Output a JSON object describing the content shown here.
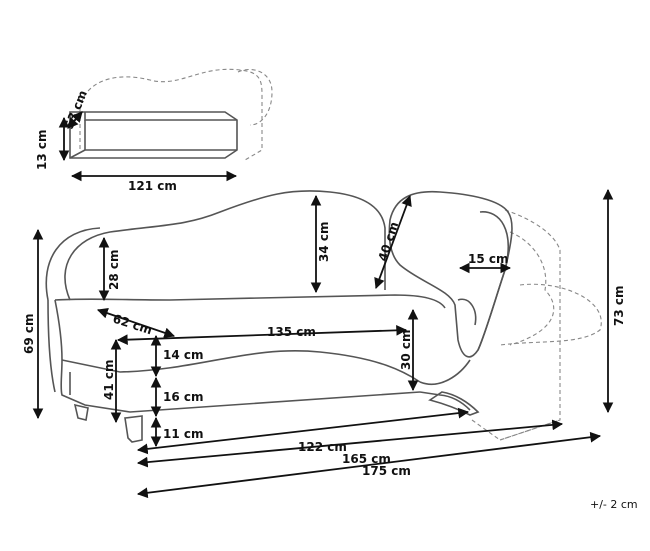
{
  "dimensions": {
    "storage_depth": "53 cm",
    "storage_height": "13 cm",
    "storage_width": "121 cm",
    "backrest_height": "28 cm",
    "back_top_height": "34 cm",
    "pillow_length": "40 cm",
    "pillow_diameter": "15 cm",
    "seat_depth": "62 cm",
    "seat_length": "135 cm",
    "overall_height": "69 cm",
    "cushion_thickness": "14 cm",
    "frame_height": "41 cm",
    "base_height": "16 cm",
    "armrest_height": "30 cm",
    "leg_height": "11 cm",
    "total_height": "73 cm",
    "base_length": "122 cm",
    "body_length": "165 cm",
    "total_length": "175 cm"
  },
  "tolerance": "+/- 2 cm"
}
